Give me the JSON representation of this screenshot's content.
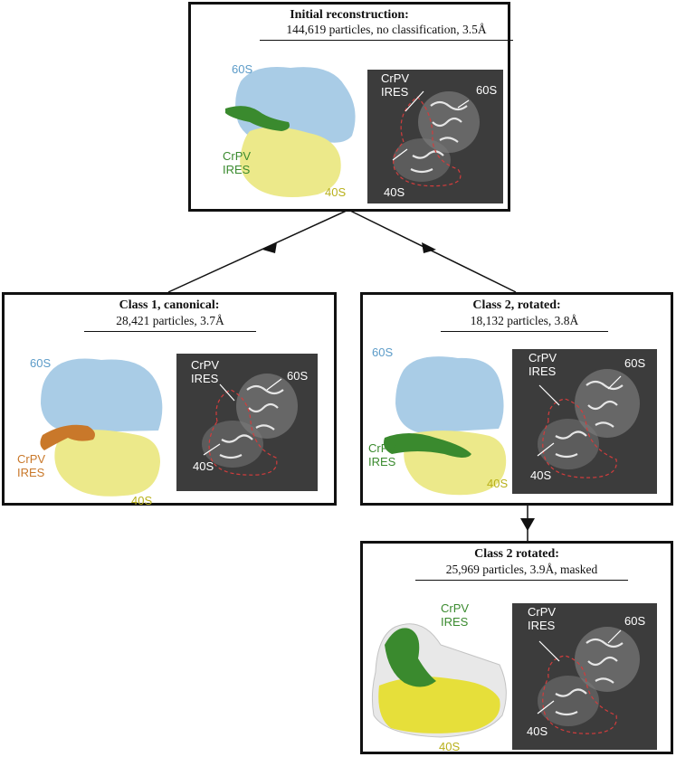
{
  "colors": {
    "ribosome_60s": "#a9cce6",
    "ribosome_40s": "#ece98a",
    "ires_green": "#3a8a2e",
    "ires_orange": "#c9782a",
    "label_60s": "#5b9bc8",
    "label_40s": "#b8b01a",
    "micrograph_bg": "#3c3c3c",
    "outline": "#d23c3c"
  },
  "box_initial": {
    "title": "Initial reconstruction:",
    "subtitle": "144,619 particles, no classification, 3.5Å",
    "model_labels": {
      "large": "60S",
      "ires": "CrPV\nIRES",
      "small": "40S"
    },
    "micro_labels": {
      "ires": "CrPV\nIRES",
      "large": "60S",
      "small": "40S"
    }
  },
  "box_class1": {
    "title": "Class 1, canonical:",
    "subtitle": "28,421 particles, 3.7Å",
    "model_labels": {
      "large": "60S",
      "ires": "CrPV\nIRES",
      "small": "40S"
    },
    "micro_labels": {
      "ires": "CrPV\nIRES",
      "large": "60S",
      "small": "40S"
    }
  },
  "box_class2": {
    "title": "Class 2, rotated:",
    "subtitle": "18,132 particles, 3.8Å",
    "model_labels": {
      "large": "60S",
      "ires": "CrPV\nIRES",
      "small": "40S"
    },
    "micro_labels": {
      "ires": "CrPV\nIRES",
      "large": "60S",
      "small": "40S"
    }
  },
  "box_masked": {
    "title": "Class 2 rotated:",
    "subtitle": "25,969 particles, 3.9Å, masked",
    "model_labels": {
      "ires": "CrPV\nIRES",
      "small": "40S"
    },
    "micro_labels": {
      "ires": "CrPV\nIRES",
      "large": "60S",
      "small": "40S"
    }
  }
}
